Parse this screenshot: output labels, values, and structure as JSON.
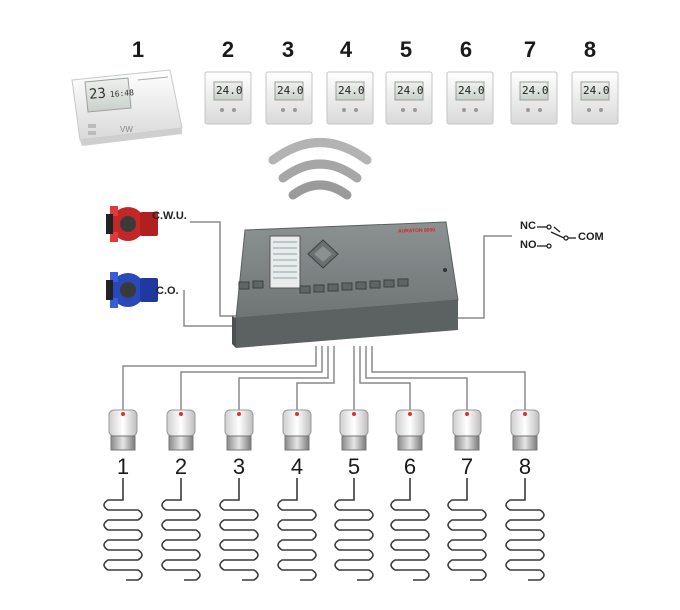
{
  "thermostats": [
    {
      "number": "1",
      "display": "23",
      "clock": "16:48"
    },
    {
      "number": "2",
      "display": "24.0"
    },
    {
      "number": "3",
      "display": "24.0"
    },
    {
      "number": "4",
      "display": "24.0"
    },
    {
      "number": "5",
      "display": "24.0"
    },
    {
      "number": "6",
      "display": "24.0"
    },
    {
      "number": "7",
      "display": "24.0"
    },
    {
      "number": "8",
      "display": "24.0"
    }
  ],
  "pumps": [
    {
      "label": "C.W.U.",
      "color": "#cc2a2a"
    },
    {
      "label": "C.O.",
      "color": "#2a49b8"
    }
  ],
  "relay": {
    "nc": "NC",
    "no": "NO",
    "com": "COM"
  },
  "controller": {
    "brand": "AURATON 8000",
    "color": "#7e8384"
  },
  "actuators": [
    "1",
    "2",
    "3",
    "4",
    "5",
    "6",
    "7",
    "8"
  ],
  "colors": {
    "wire": "#8a8a8a",
    "signal": "#a0a0a0",
    "led": "#e03030"
  }
}
